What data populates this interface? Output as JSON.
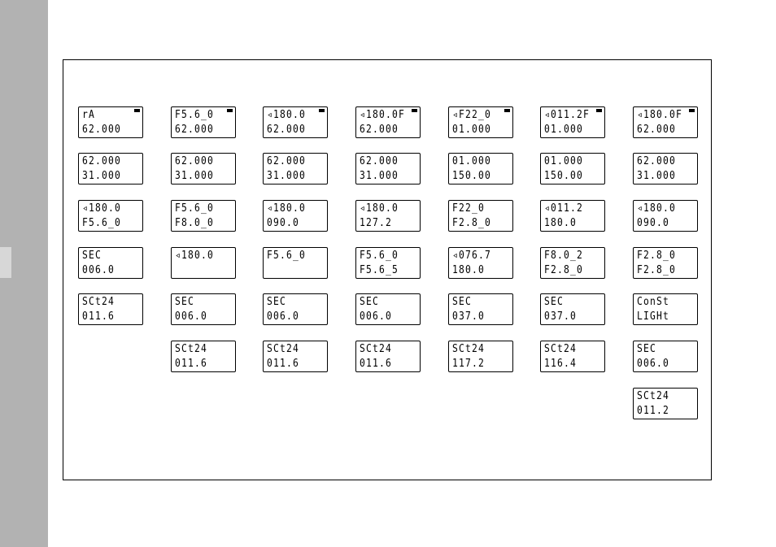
{
  "page": {
    "sidebar_color": "#b2b2b2",
    "tab_color": "#d7d7d7"
  },
  "columns": [
    [
      {
        "l1": "rA",
        "l2": "62.000",
        "battery": true
      },
      {
        "l1": "62.000",
        "l2": "31.000"
      },
      {
        "l1": "◃180.0",
        "l2": "F5.6_0"
      },
      {
        "l1": "SEC",
        "l2": "006.0"
      },
      {
        "l1": "SCt24",
        "l2": "011.6"
      }
    ],
    [
      {
        "l1": "F5.6_0",
        "l2": "62.000",
        "battery": true
      },
      {
        "l1": "62.000",
        "l2": "31.000"
      },
      {
        "l1": "F5.6_0",
        "l2": "F8.0_0"
      },
      {
        "l1": "◃180.0",
        "l2": ""
      },
      {
        "l1": "SEC",
        "l2": "006.0"
      },
      {
        "l1": "SCt24",
        "l2": "011.6"
      }
    ],
    [
      {
        "l1": "◃180.0",
        "l2": "62.000",
        "battery": true
      },
      {
        "l1": "62.000",
        "l2": "31.000"
      },
      {
        "l1": "◃180.0",
        "l2": "090.0"
      },
      {
        "l1": "F5.6_0",
        "l2": ""
      },
      {
        "l1": "SEC",
        "l2": "006.0"
      },
      {
        "l1": "SCt24",
        "l2": "011.6"
      }
    ],
    [
      {
        "l1": "◃180.0F",
        "l2": "62.000",
        "battery": true
      },
      {
        "l1": "62.000",
        "l2": "31.000"
      },
      {
        "l1": "◃180.0",
        "l2": "127.2"
      },
      {
        "l1": "F5.6_0",
        "l2": "F5.6_5"
      },
      {
        "l1": "SEC",
        "l2": "006.0"
      },
      {
        "l1": "SCt24",
        "l2": "011.6"
      }
    ],
    [
      {
        "l1": "◃F22_0",
        "l2": "01.000",
        "battery": true
      },
      {
        "l1": "01.000",
        "l2": "150.00"
      },
      {
        "l1": "F22_0",
        "l2": "F2.8_0"
      },
      {
        "l1": "◃076.7",
        "l2": "180.0"
      },
      {
        "l1": "SEC",
        "l2": "037.0"
      },
      {
        "l1": "SCt24",
        "l2": "117.2"
      }
    ],
    [
      {
        "l1": "◃011.2F",
        "l2": "01.000",
        "battery": true
      },
      {
        "l1": "01.000",
        "l2": "150.00"
      },
      {
        "l1": "◃011.2",
        "l2": "180.0"
      },
      {
        "l1": "F8.0_2",
        "l2": "F2.8_0"
      },
      {
        "l1": "SEC",
        "l2": "037.0"
      },
      {
        "l1": "SCt24",
        "l2": "116.4"
      }
    ],
    [
      {
        "l1": "◃180.0F",
        "l2": "62.000",
        "battery": true
      },
      {
        "l1": "62.000",
        "l2": "31.000"
      },
      {
        "l1": "◃180.0",
        "l2": "090.0"
      },
      {
        "l1": "F2.8_0",
        "l2": "F2.8_0"
      },
      {
        "l1": "ConSt",
        "l2": "LIGHt"
      },
      {
        "l1": "SEC",
        "l2": "006.0"
      },
      {
        "l1": "SCt24",
        "l2": "011.2"
      }
    ]
  ]
}
